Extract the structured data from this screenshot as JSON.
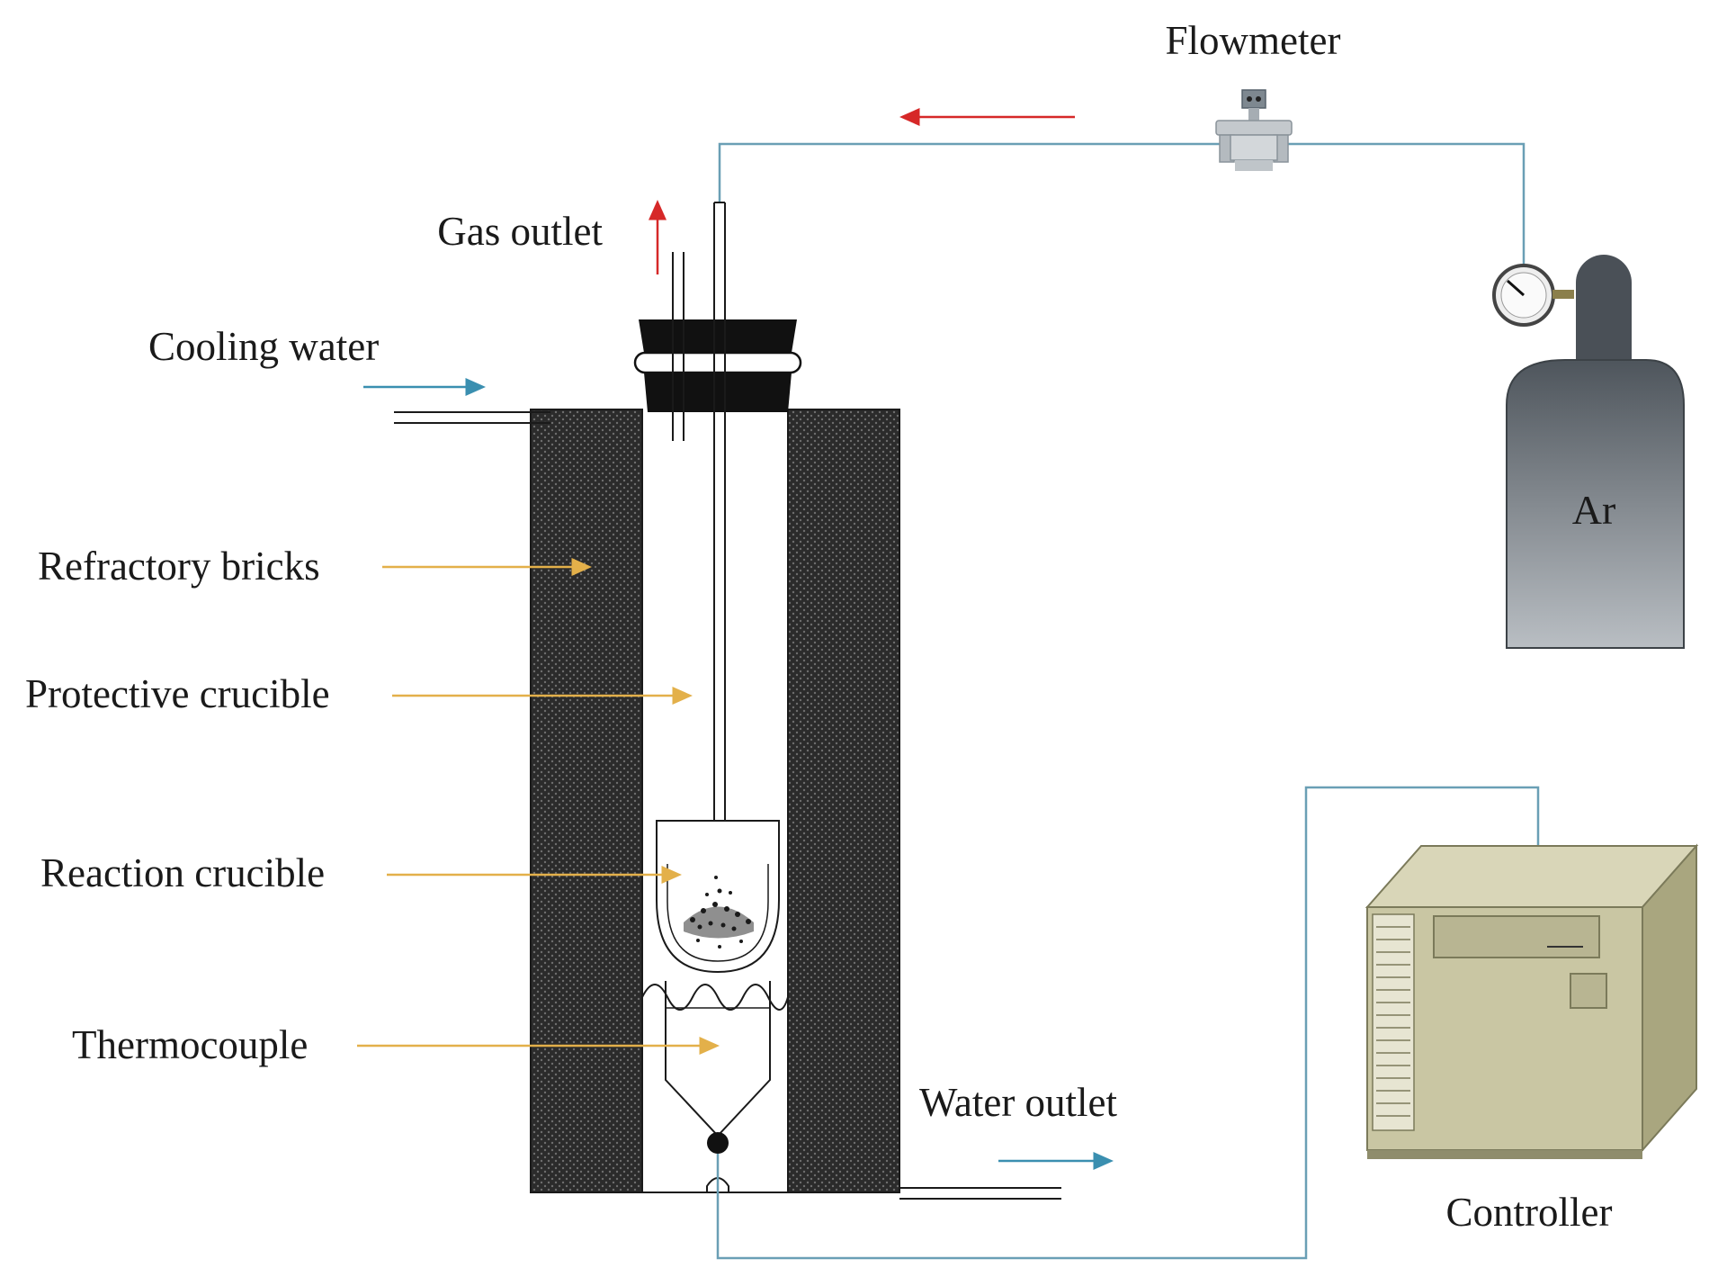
{
  "labels": {
    "flowmeter": "Flowmeter",
    "gas_outlet": "Gas outlet",
    "cooling_water": "Cooling water",
    "refractory_bricks": "Refractory bricks",
    "protective_crucible": "Protective crucible",
    "reaction_crucible": "Reaction crucible",
    "thermocouple": "Thermocouple",
    "water_outlet": "Water outlet",
    "argon": "Ar",
    "controller": "Controller"
  },
  "colors": {
    "gas_line": "#6a9fb5",
    "red_arrow": "#d62828",
    "blue_arrow": "#3a8fb0",
    "leader_line": "#e3b04a",
    "brick": "#2e2e2e",
    "stopper": "#111111",
    "cylinder": "#5e666d",
    "controller_body": "#c9c6a3"
  }
}
